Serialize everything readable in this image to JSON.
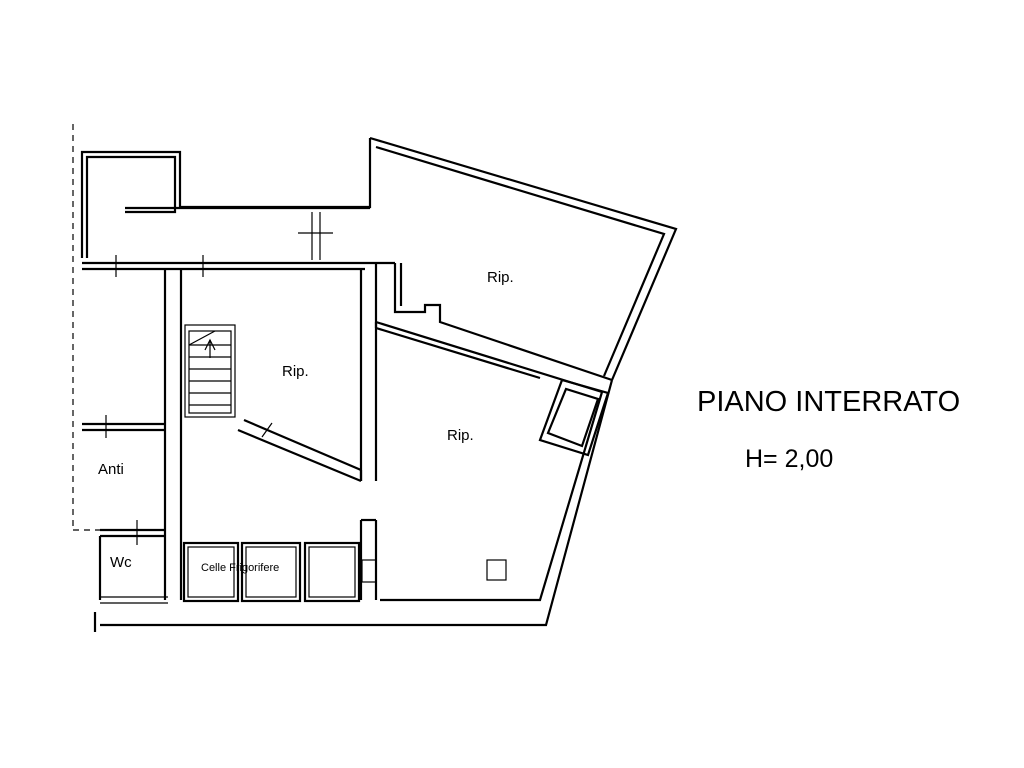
{
  "plan": {
    "title": "PIANO INTERRATO",
    "height_label": "H= 2,00",
    "rooms": {
      "rip_top": "Rip.",
      "rip_middle": "Rip.",
      "rip_lower": "Rip.",
      "anti": "Anti",
      "wc": "Wc",
      "celle": "Celle Frigorifere"
    }
  }
}
